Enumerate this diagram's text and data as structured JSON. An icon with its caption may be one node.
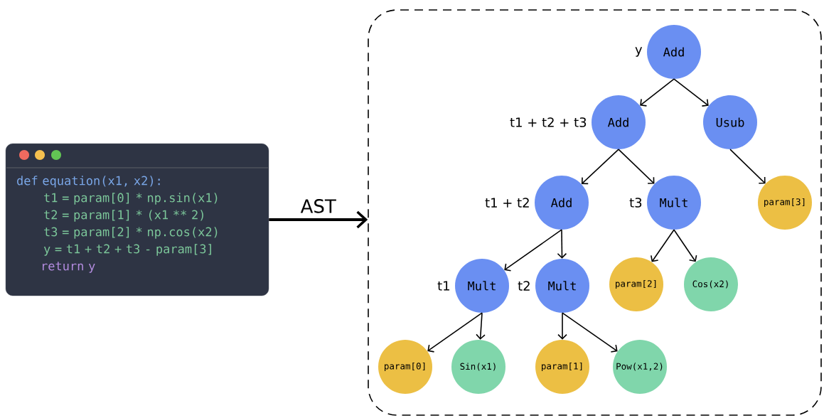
{
  "diagram": {
    "nodes": [
      {
        "text": [
          "def equation(x1, x2):",
          "t1 = param[0] * np.sin(x1)",
          "t2 = param[1] * (x1 ** 2)",
          "t3 = param[2] * np.cos(x2)",
          "y  = t1 + t2 + t3 - param[3]",
          "return y"
        ]
      },
      {
        "text": [],
        "shape": "box"
      },
      {
        "text": [
          "Add"
        ],
        "in": 1,
        "beside": [
          "y"
        ]
      },
      {
        "text": [
          "Add"
        ],
        "in": 1,
        "beside": [
          "t1 + t2 + t3"
        ]
      },
      {
        "text": [
          "Usub"
        ],
        "in": 1
      },
      {
        "text": [
          "Add"
        ],
        "in": 1,
        "beside": [
          "t1 + t2"
        ]
      },
      {
        "text": [
          "Mult"
        ],
        "in": 1,
        "beside": [
          "t3"
        ]
      },
      {
        "text": [
          "param[3]"
        ],
        "in": 1
      },
      {
        "text": [
          "Mult"
        ],
        "in": 1,
        "beside": [
          "t1"
        ]
      },
      {
        "text": [
          "Mult"
        ],
        "in": 1,
        "beside": [
          "t2"
        ]
      },
      {
        "text": [
          "param[2]"
        ],
        "in": 1
      },
      {
        "text": [
          "Cos(x2)"
        ],
        "in": 1
      },
      {
        "text": [
          "param[0]"
        ],
        "in": 1
      },
      {
        "text": [
          "Sin(x1)"
        ],
        "in": 1
      },
      {
        "text": [
          "param[1]"
        ],
        "in": 1
      },
      {
        "text": [
          "Pow(x1,2)"
        ],
        "in": 1
      }
    ],
    "edges": [
      {
        "from": 0,
        "to": 1,
        "arrow": "to",
        "label": "AST",
        "style": "thick"
      },
      {
        "from": 2,
        "to": 3,
        "arrow": "to"
      },
      {
        "from": 2,
        "to": 4,
        "arrow": "to"
      },
      {
        "from": 3,
        "to": 5,
        "arrow": "to"
      },
      {
        "from": 3,
        "to": 6,
        "arrow": "to"
      },
      {
        "from": 4,
        "to": 7,
        "arrow": "to"
      },
      {
        "from": 5,
        "to": 8,
        "arrow": "to"
      },
      {
        "from": 5,
        "to": 9,
        "arrow": "to"
      },
      {
        "from": 6,
        "to": 10,
        "arrow": "to"
      },
      {
        "from": 6,
        "to": 11,
        "arrow": "to"
      },
      {
        "from": 8,
        "to": 12,
        "arrow": "to"
      },
      {
        "from": 8,
        "to": 13,
        "arrow": "to"
      },
      {
        "from": 9,
        "to": 14,
        "arrow": "to"
      },
      {
        "from": 9,
        "to": 15,
        "arrow": "to"
      }
    ]
  }
}
